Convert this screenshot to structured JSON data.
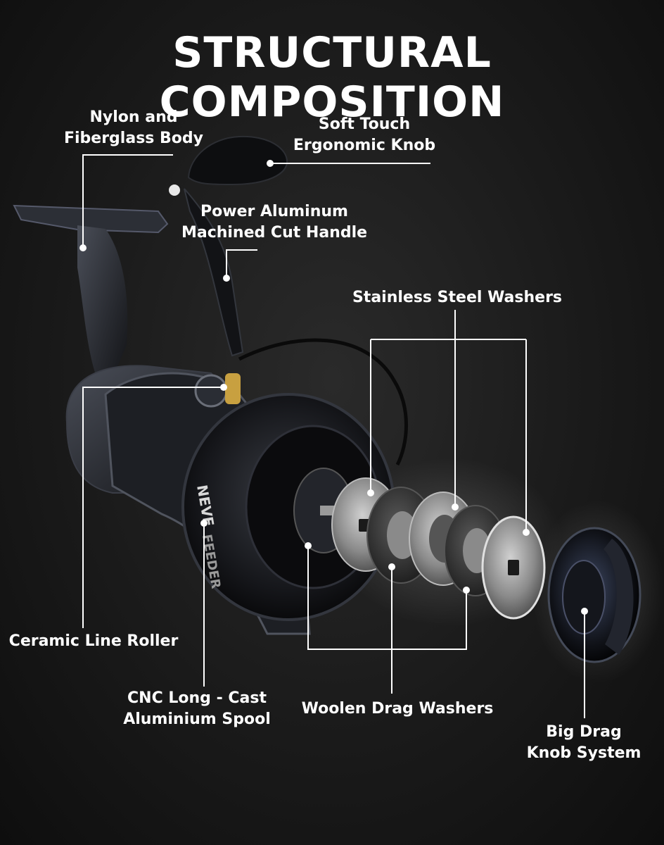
{
  "header": {
    "title": "STRUCTURAL COMPOSITION"
  },
  "labels": {
    "body": {
      "line1": "Nylon and",
      "line2": "Fiberglass Body"
    },
    "knob": {
      "line1": "Soft Touch",
      "line2": "Ergonomic Knob"
    },
    "handle": {
      "line1": "Power Aluminum",
      "line2": "Machined Cut Handle"
    },
    "steel_washers": {
      "line1": "Stainless Steel Washers"
    },
    "line_roller": {
      "line1": "Ceramic Line Roller"
    },
    "spool": {
      "line1": "CNC Long - Cast",
      "line2": "Aluminium Spool"
    },
    "woolen_washers": {
      "line1": "Woolen Drag Washers"
    },
    "drag_knob": {
      "line1": "Big Drag",
      "line2": "Knob System"
    }
  },
  "product": {
    "spool_brand_text": "NEVE",
    "spool_model_text": "FEEDER"
  },
  "colors": {
    "background": "#1a1a1a",
    "leader_lines": "#ffffff",
    "accent_gold": "#c8a040"
  },
  "icons": [
    "fishing-reel-illustration",
    "washer-disc",
    "drag-knob"
  ]
}
